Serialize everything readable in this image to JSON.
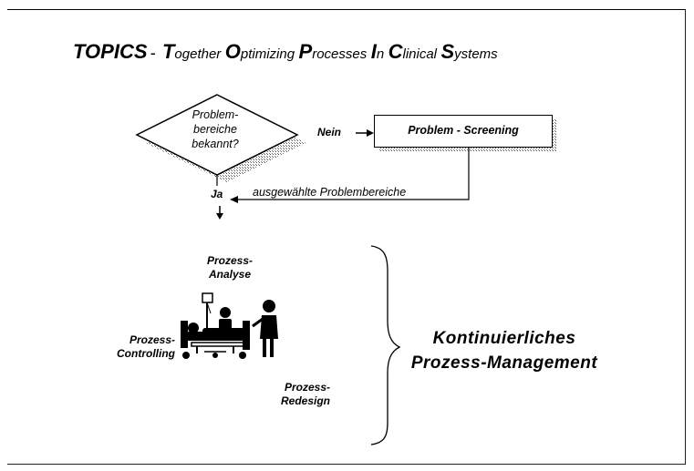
{
  "title": {
    "acronym": "TOPICS",
    "dash": "-",
    "words": [
      {
        "cap": "T",
        "rest": "ogether"
      },
      {
        "cap": "O",
        "rest": "ptimizing"
      },
      {
        "cap": "P",
        "rest": "rocesses"
      },
      {
        "cap": "I",
        "rest": "n"
      },
      {
        "cap": "C",
        "rest": "linical"
      },
      {
        "cap": "S",
        "rest": "ystems"
      }
    ]
  },
  "flow": {
    "decision_lines": [
      "Problem-",
      "bereiche",
      "bekannt?"
    ],
    "no_label": "Nein",
    "screening_box": "Problem - Screening",
    "feedback_label": "ausgewählte Problembereiche",
    "yes_label": "Ja"
  },
  "cycle": {
    "analyse": [
      "Prozess-",
      "Analyse"
    ],
    "controlling": [
      "Prozess-",
      "Controlling"
    ],
    "redesign": [
      "Prozess-",
      "Redesign"
    ],
    "icon": "hospital-bed-patient-icon"
  },
  "summary": [
    "Kontinuierliches",
    "Prozess-Management"
  ]
}
